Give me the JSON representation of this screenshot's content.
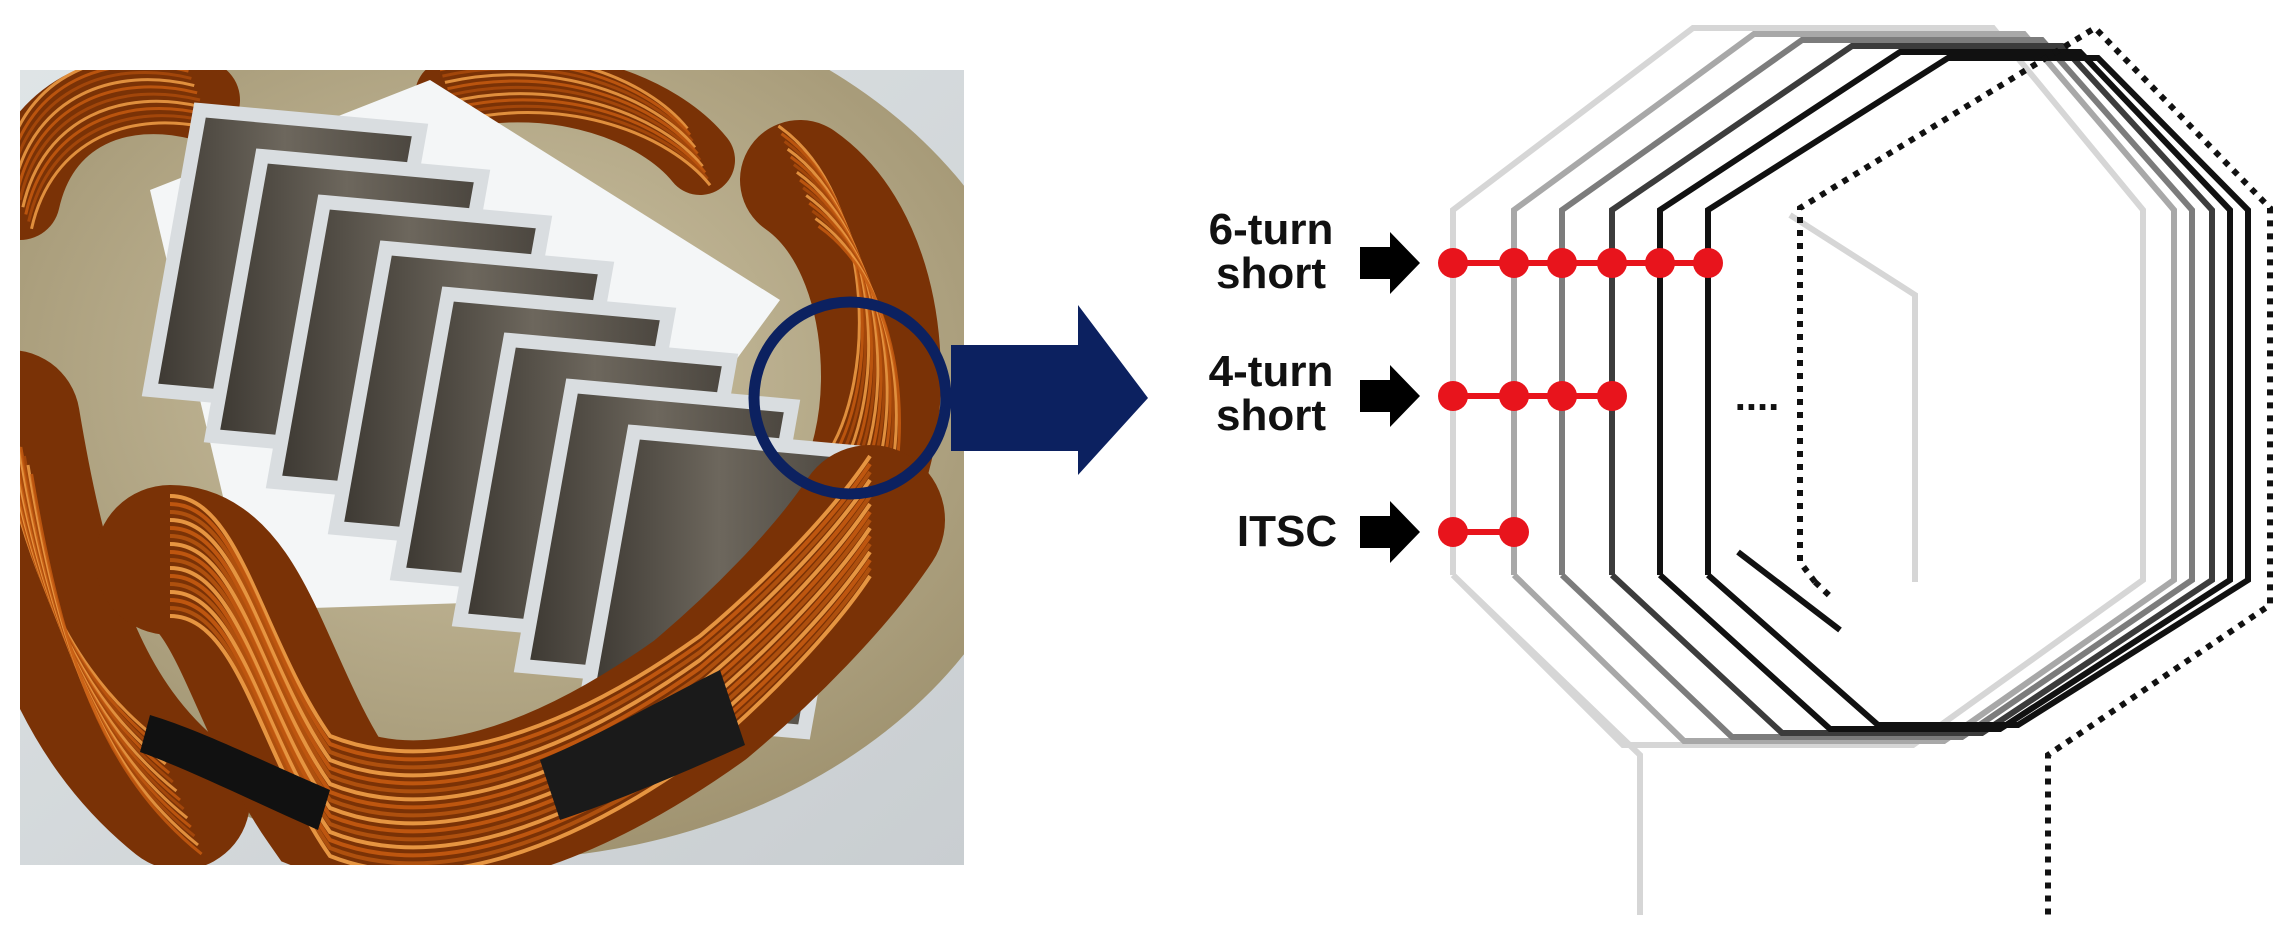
{
  "colors": {
    "copper_dark": "#7a3206",
    "copper": "#c55a11",
    "copper_light": "#f2a048",
    "core_steel": "#5f5a52",
    "insulation": "#e8ecef",
    "plate": "#b9ad8c",
    "navy": "#0c2160",
    "short_red": "#e8141c",
    "arrow_black": "#000000",
    "coil_grays": [
      "#d6d6d6",
      "#a8a8a8",
      "#7c7c7c",
      "#3c3c3c",
      "#111111"
    ]
  },
  "photo": {
    "subject": "stator-winding-photo"
  },
  "labels": {
    "six_turn": {
      "line1": "6-turn",
      "line2": "short"
    },
    "four_turn": {
      "line1": "4-turn",
      "line2": "short"
    },
    "itsc": "ITSC",
    "ellipsis": "...."
  },
  "shorts": [
    {
      "name": "6-turn short",
      "turns": 6
    },
    {
      "name": "4-turn short",
      "turns": 4
    },
    {
      "name": "ITSC",
      "turns": 2
    }
  ]
}
